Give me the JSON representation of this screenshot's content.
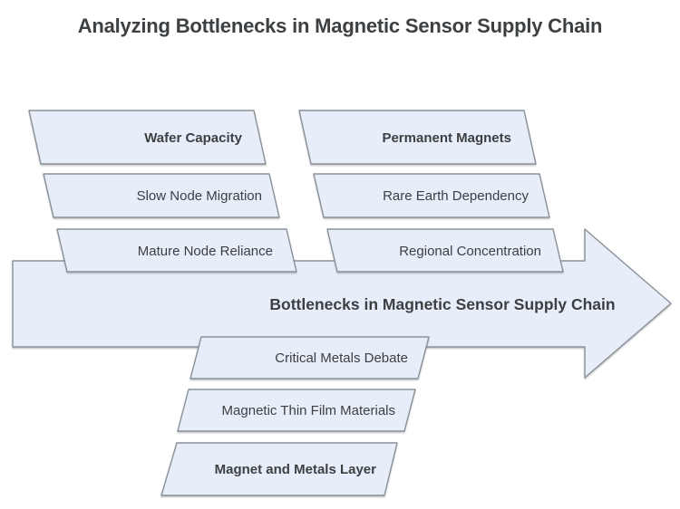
{
  "title": "Analyzing Bottlenecks in Magnetic Sensor Supply Chain",
  "arrow": {
    "label": "Bottlenecks in Magnetic Sensor Supply Chain"
  },
  "branches": {
    "top_left": [
      {
        "label": "Wafer Capacity",
        "emphasis": true
      },
      {
        "label": "Slow Node Migration",
        "emphasis": false
      },
      {
        "label": "Mature Node Reliance",
        "emphasis": false
      }
    ],
    "top_right": [
      {
        "label": "Permanent Magnets",
        "emphasis": true
      },
      {
        "label": "Rare Earth Dependency",
        "emphasis": false
      },
      {
        "label": "Regional Concentration",
        "emphasis": false
      }
    ],
    "bottom": [
      {
        "label": "Critical Metals Debate",
        "emphasis": false
      },
      {
        "label": "Magnetic Thin Film Materials",
        "emphasis": false
      },
      {
        "label": "Magnet and Metals Layer",
        "emphasis": true
      }
    ]
  },
  "colors": {
    "shape_fill": "#e8eef9",
    "shape_stroke": "#8a9199",
    "text": "#3c4043",
    "background": "#ffffff"
  }
}
